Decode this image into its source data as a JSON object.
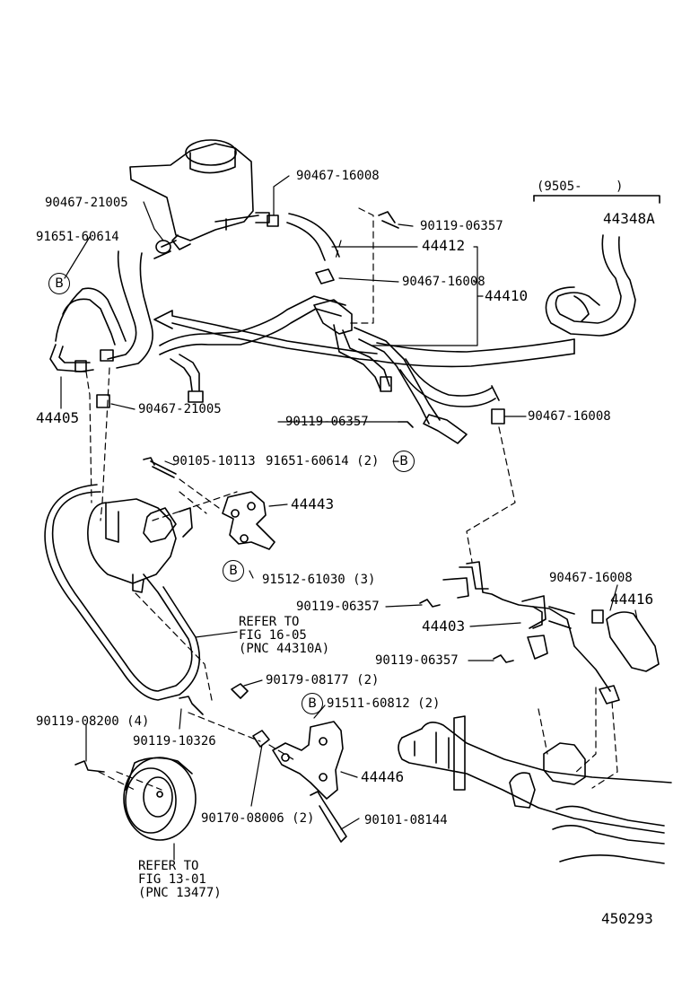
{
  "figure_number": "450293",
  "callout_letter": "B",
  "date_range": {
    "text": "(9505-",
    "close": ")"
  },
  "parts": {
    "p44348a": "44348A",
    "p90467_16008_top": "90467-16008",
    "p90467_21005_top": "90467-21005",
    "p91651_60614": "91651-60614",
    "p90119_06357_a": "90119-06357",
    "p44412": "44412",
    "p90467_16008_mid": "90467-16008",
    "p44410": "44410",
    "p44405": "44405",
    "p90467_21005_low": "90467-21005",
    "p90119_06357_b": "90119-06357",
    "p90467_16008_right": "90467-16008",
    "p90105_10113": "90105-10113",
    "p91651_60614_2": "91651-60614 (2)",
    "p44443": "44443",
    "p91512_61030": "91512-61030 (3)",
    "p90467_16008_low": "90467-16008",
    "p44416": "44416",
    "p90119_06357_c": "90119-06357",
    "p44403": "44403",
    "p90119_06357_d": "90119-06357",
    "p90179_08177": "90179-08177 (2)",
    "p91511_60812": "91511-60812 (2)",
    "p90119_08200": "90119-08200 (4)",
    "p90119_10326": "90119-10326",
    "p44446": "44446",
    "p90170_08006": "90170-08006 (2)",
    "p90101_08144": "90101-08144"
  },
  "refer_fig16": {
    "line1": "REFER TO",
    "line2": "FIG 16-05",
    "line3": "(PNC 44310A)"
  },
  "refer_fig13": {
    "line1": "REFER TO",
    "line2": "FIG 13-01",
    "line3": "(PNC 13477)"
  }
}
